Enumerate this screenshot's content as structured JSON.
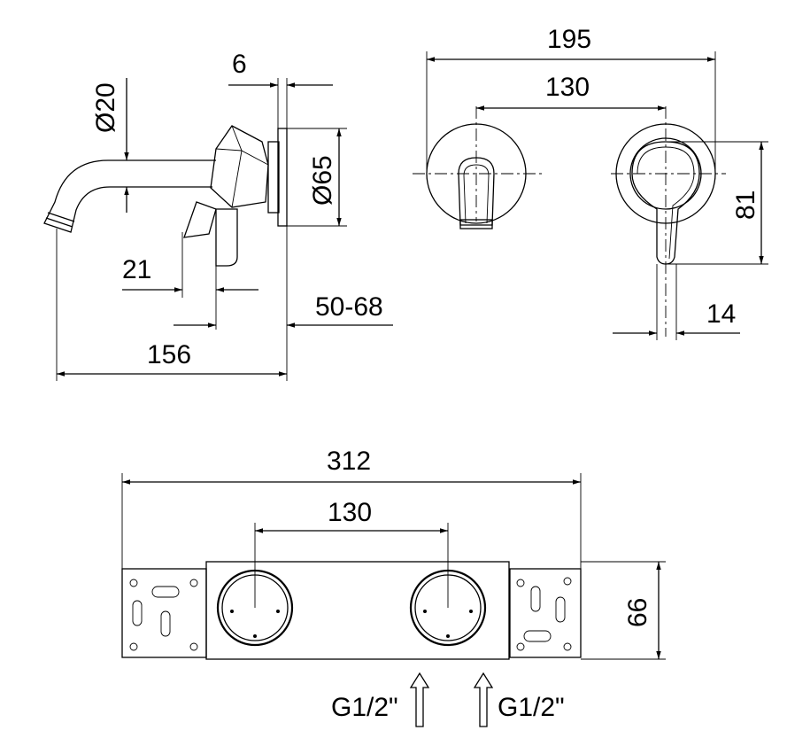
{
  "side_view": {
    "dia_spout": "Ø20",
    "dia_rosette": "Ø65",
    "dim_rosette_thickness": "6",
    "dim_handle_offset": "21",
    "dim_wall_range": "50-68",
    "dim_spout_length": "156"
  },
  "front_view": {
    "dim_total_width": "195",
    "dim_center_distance": "130",
    "dim_handle_height": "81",
    "dim_handle_width": "14"
  },
  "body_view": {
    "dim_body_width": "312",
    "dim_center_distance": "130",
    "dim_body_height": "66",
    "inlet_left": "G1/2\"",
    "inlet_right": "G1/2\""
  }
}
